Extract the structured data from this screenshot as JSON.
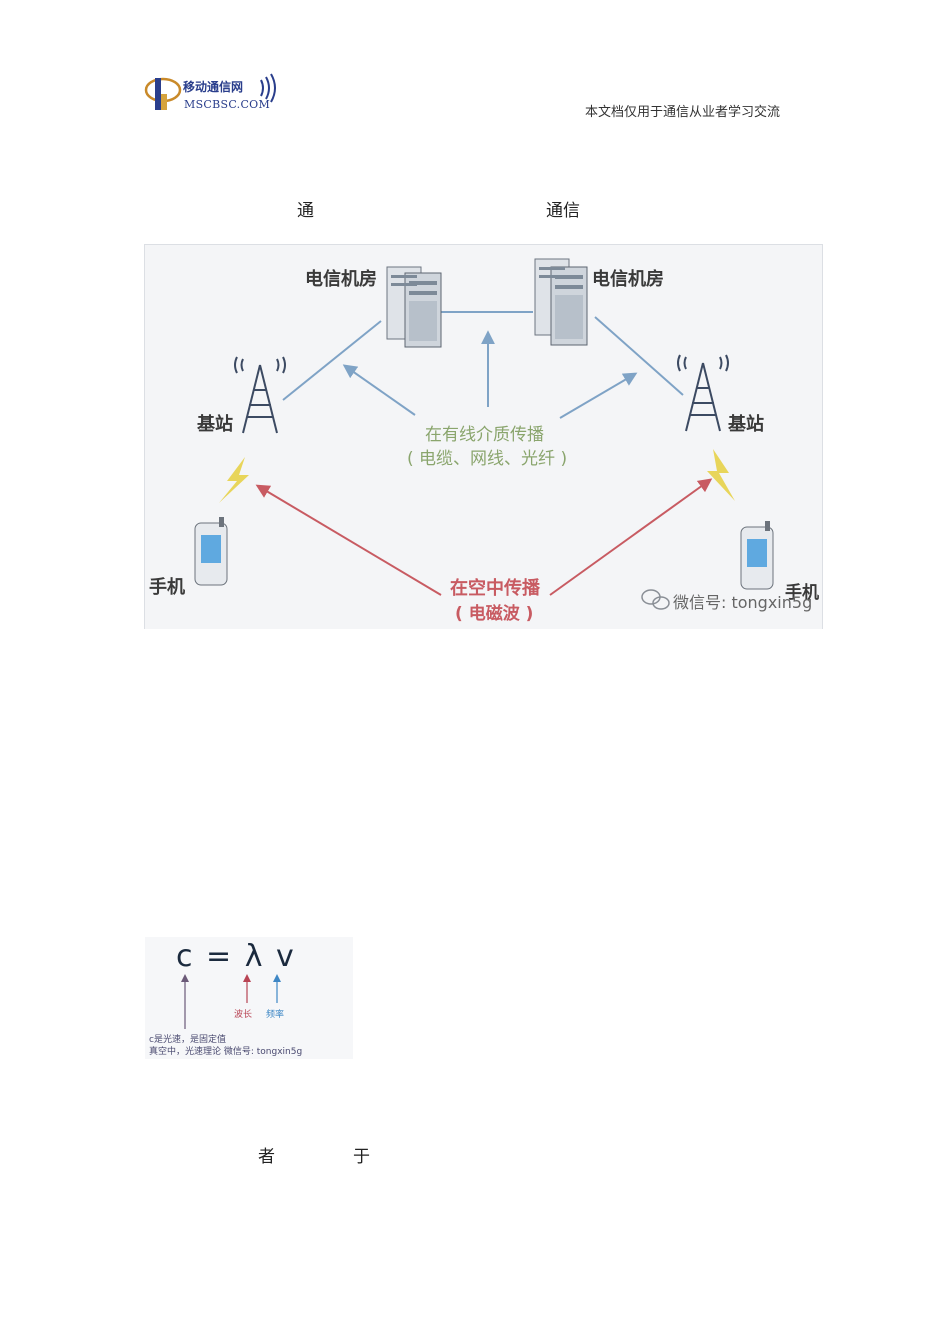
{
  "header": {
    "logo_name": "移动通信网",
    "logo_domain": "MSCBSC.COM",
    "note": "本文档仅用于通信从业者学习交流"
  },
  "fragments": {
    "top_left": "通",
    "top_right": "通信",
    "bottom_left": "者",
    "bottom_right": "于"
  },
  "diagram": {
    "room_left": "电信机房",
    "room_right": "电信机房",
    "station_left": "基站",
    "station_right": "基站",
    "phone_left": "手机",
    "phone_right": "手机",
    "wired_title": "在有线介质传播",
    "wired_sub": "( 电缆、网线、光纤 )",
    "air_title": "在空中传播",
    "air_sub": "( 电磁波 )",
    "watermark": "微信号: tongxin5g",
    "colors": {
      "wired": "#8aa56d",
      "air": "#c85b62",
      "links": "#7fa3c6"
    }
  },
  "formula": {
    "equation": "c = λ v",
    "wavelength_label": "波长",
    "frequency_label": "频率",
    "note_line1": "c是光速，是固定值",
    "note_line2": "真空中，光速理论 微信号: tongxin5g"
  }
}
